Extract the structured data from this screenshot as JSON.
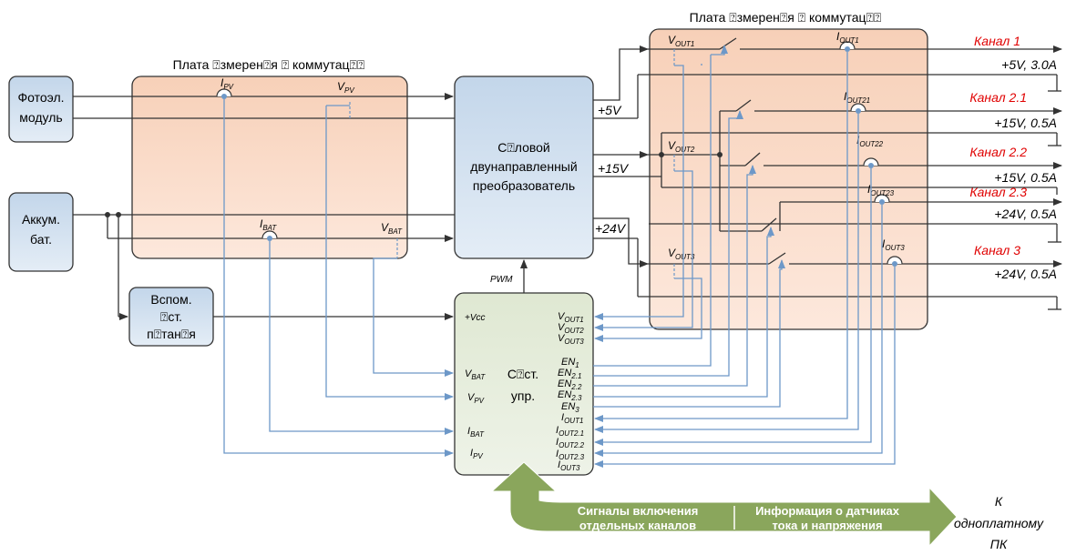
{
  "boards": {
    "left_title": "Плата ⍰змерен⍰я ⍰ коммутац⍰⍰",
    "right_title": "Плата ⍰змерен⍰я ⍰ коммутац⍰⍰"
  },
  "blocks": {
    "pv_module": [
      "Фотоэл.",
      "модуль"
    ],
    "battery": [
      "Аккум.",
      "бат."
    ],
    "aux_supply": [
      "Вспом.",
      "⍰ст.",
      "п⍰тан⍰я"
    ],
    "converter": [
      "С⍰ловой",
      "двунаправленный",
      "преобразователь"
    ],
    "control": [
      "С⍰ст.",
      "упр."
    ]
  },
  "sensors": {
    "i_pv": "I_PV",
    "v_pv": "V_PV",
    "i_bat": "I_BAT",
    "v_bat": "V_BAT",
    "v_out1": "V_OUT1",
    "v_out2": "V_OUT2",
    "v_out3": "V_OUT3",
    "i_out1": "I_OUT1",
    "i_out21": "I_OUT21",
    "i_out22": "I_OUT22",
    "i_out23": "I_OUT23",
    "i_out3": "I_OUT3"
  },
  "rails": [
    "+5V",
    "+15V",
    "+24V"
  ],
  "pwm": "PWM",
  "channels": [
    {
      "name": "Канал 1",
      "spec": "+5V, 3.0A"
    },
    {
      "name": "Канал 2.1",
      "spec": "+15V, 0.5A"
    },
    {
      "name": "Канал 2.2",
      "spec": "+15V, 0.5A"
    },
    {
      "name": "Канал 2.3",
      "spec": "+24V, 0.5A"
    },
    {
      "name": "Канал 3",
      "spec": "+24V, 0.5A"
    }
  ],
  "control_inputs": [
    "+Vcc",
    "V_BAT",
    "V_PV",
    "I_BAT",
    "I_PV"
  ],
  "control_outputs": [
    "V_OUT1",
    "V_OUT2",
    "V_OUT3",
    "EN_1",
    "EN_2.1",
    "EN_2.2",
    "EN_2.3",
    "EN_3",
    "I_OUT1",
    "I_OUT2.1",
    "I_OUT2.2",
    "I_OUT2.3",
    "I_OUT3"
  ],
  "bus": {
    "left_label": [
      "Сигналы включения",
      "отдельных каналов"
    ],
    "right_label": [
      "Информация о датчиках",
      "тока и напряжения"
    ],
    "target": [
      "К",
      "одноплатному",
      "ПК"
    ]
  },
  "colors": {
    "board_fill": "#fbd9c4",
    "block_fill": "#cfdfed",
    "control_fill": "#e6eedb",
    "signal_line": "#6d98c8",
    "channel_label": "#e00000",
    "bus_arrow": "#8aa65c"
  }
}
